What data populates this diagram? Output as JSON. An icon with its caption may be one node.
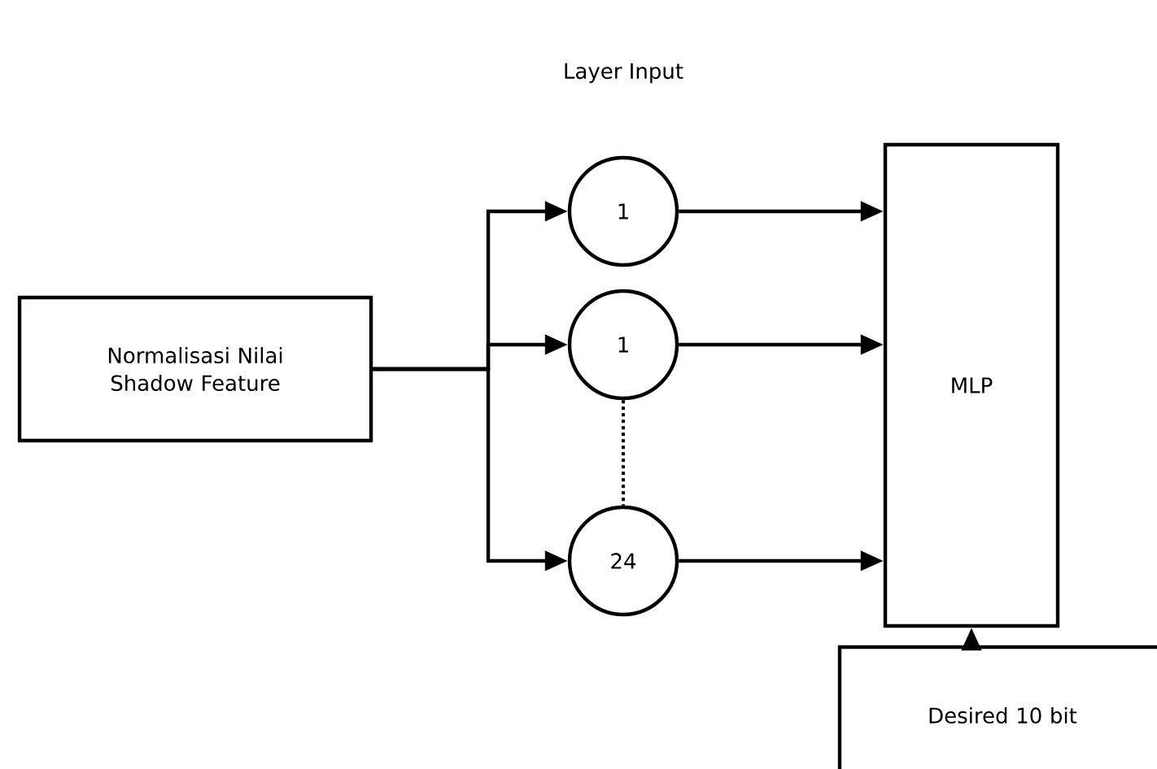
{
  "diagram": {
    "nodes": [
      {
        "text": [
          "Normalisasi Nilai Shadow Feature"
        ]
      },
      {
        "text": [
          "1"
        ]
      },
      {
        "text": [
          "1"
        ]
      },
      {
        "text": [
          "24"
        ]
      },
      {
        "text": [
          "MLP"
        ]
      },
      {
        "text": [
          "Desired 10 bit"
        ]
      }
    ],
    "edges": [
      {
        "from": 0,
        "to": 1,
        "arrow": "to"
      },
      {
        "from": 0,
        "to": 2,
        "arrow": "to"
      },
      {
        "from": 0,
        "to": 3,
        "arrow": "to"
      },
      {
        "from": 1,
        "to": 4,
        "arrow": "to"
      },
      {
        "from": 2,
        "to": 4,
        "arrow": "to"
      },
      {
        "from": 3,
        "to": 4,
        "arrow": "to"
      },
      {
        "from": 5,
        "to": 4,
        "arrow": "to"
      },
      {
        "from": 2,
        "to": 3,
        "arrow": "none",
        "style": "dashed"
      }
    ],
    "labels": [
      "Layer Input"
    ]
  }
}
